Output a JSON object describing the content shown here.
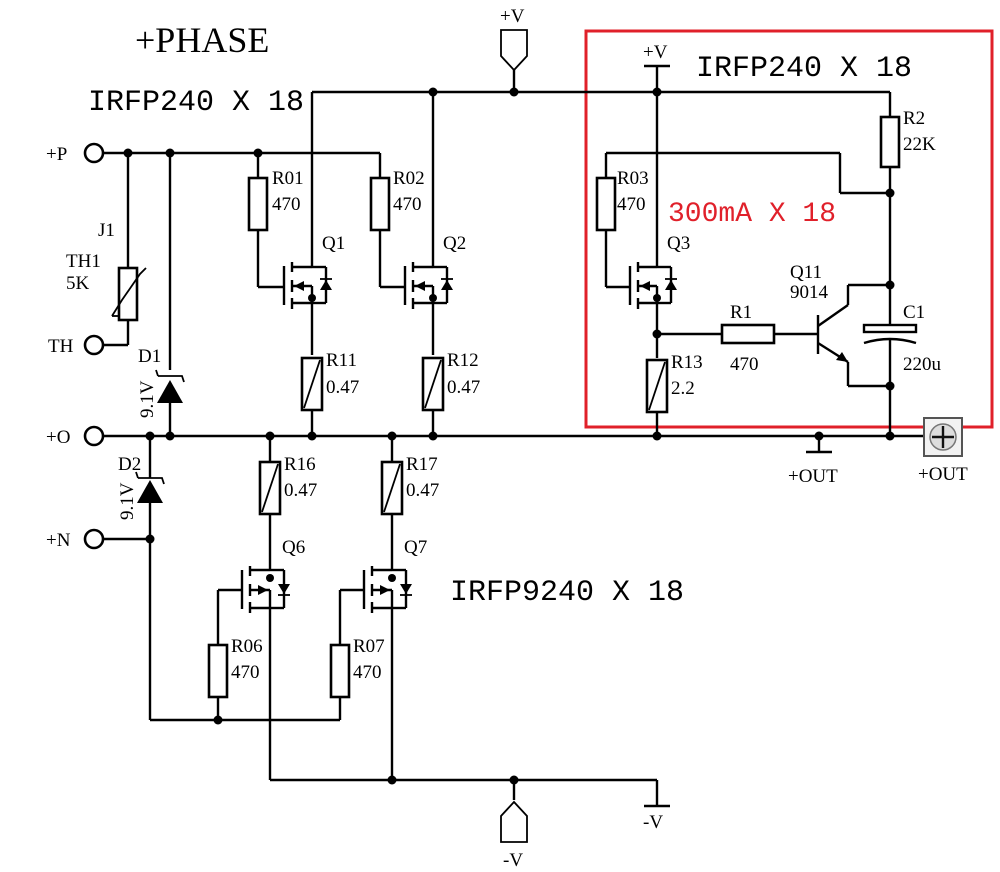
{
  "title": "+PHASE",
  "notes": {
    "nmos_left": "IRFP240 X 18",
    "nmos_right": "IRFP240 X 18",
    "pmos": "IRFP9240 X 18",
    "bias_current": "300mA X 18"
  },
  "terminals": {
    "p": "+P",
    "th": "TH",
    "o": "+O",
    "n": "+N",
    "vpos_top": "+V",
    "vpos_rail": "+V",
    "vneg_bottom": "-V",
    "vneg_rail": "-V",
    "out_gnd": "+OUT",
    "out_term": "+OUT"
  },
  "components": {
    "j1": "J1",
    "th1": "TH1",
    "th1_val": "5K",
    "d1": "D1",
    "d1_val": "9.1V",
    "d2": "D2",
    "d2_val": "9.1V",
    "r01": "R01",
    "r01_val": "470",
    "r02": "R02",
    "r02_val": "470",
    "r03": "R03",
    "r03_val": "470",
    "q1": "Q1",
    "q2": "Q2",
    "q3": "Q3",
    "r11": "R11",
    "r11_val": "0.47",
    "r12": "R12",
    "r12_val": "0.47",
    "r13": "R13",
    "r13_val": "2.2",
    "r1": "R1",
    "r1_val": "470",
    "r2": "R2",
    "r2_val": "22K",
    "q11": "Q11",
    "q11_val": "9014",
    "c1": "C1",
    "c1_val": "220u",
    "r16": "R16",
    "r16_val": "0.47",
    "r17": "R17",
    "r17_val": "0.47",
    "q6": "Q6",
    "q7": "Q7",
    "r06": "R06",
    "r06_val": "470",
    "r07": "R07",
    "r07_val": "470"
  },
  "highlight_color": "#e0202a"
}
